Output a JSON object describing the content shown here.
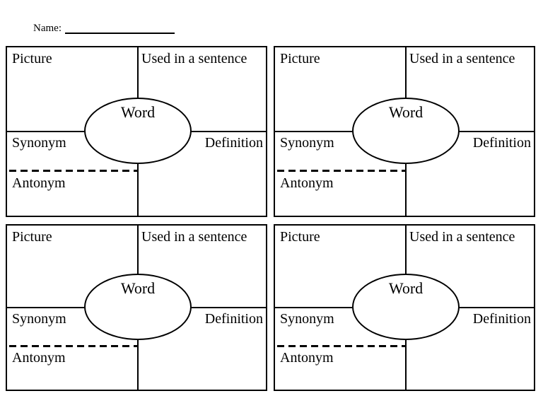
{
  "worksheet": {
    "name_label": "Name:",
    "name_value": ""
  },
  "cards": [
    {
      "picture_label": "Picture",
      "sentence_label": "Used in a sentence",
      "word_label": "Word",
      "synonym_label": "Synonym",
      "definition_label": "Definition",
      "antonym_label": "Antonym"
    },
    {
      "picture_label": "Picture",
      "sentence_label": "Used in a sentence",
      "word_label": "Word",
      "synonym_label": "Synonym",
      "definition_label": "Definition",
      "antonym_label": "Antonym"
    },
    {
      "picture_label": "Picture",
      "sentence_label": "Used in a sentence",
      "word_label": "Word",
      "synonym_label": "Synonym",
      "definition_label": "Definition",
      "antonym_label": "Antonym"
    },
    {
      "picture_label": "Picture",
      "sentence_label": "Used in a sentence",
      "word_label": "Word",
      "synonym_label": "Synonym",
      "definition_label": "Definition",
      "antonym_label": "Antonym"
    }
  ],
  "colors": {
    "line": "#000000",
    "background": "#ffffff",
    "text": "#000000"
  }
}
